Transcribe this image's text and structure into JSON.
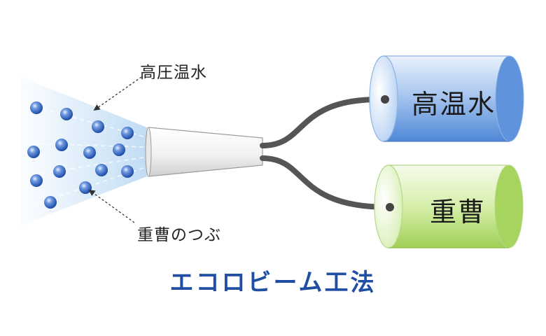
{
  "labels": {
    "pressure_water": "高圧温水",
    "soda_particles": "重曹のつぶ",
    "hot_water_tank": "高温水",
    "soda_tank": "重曹"
  },
  "caption": "エコロビーム工法",
  "colors": {
    "caption": "#1f4ea3",
    "hot_water_tank": "#6a9de0",
    "soda_tank": "#b7df7a",
    "hose": "#555555",
    "particle": "#2b5fb8",
    "spray": "#cfe4f7"
  }
}
